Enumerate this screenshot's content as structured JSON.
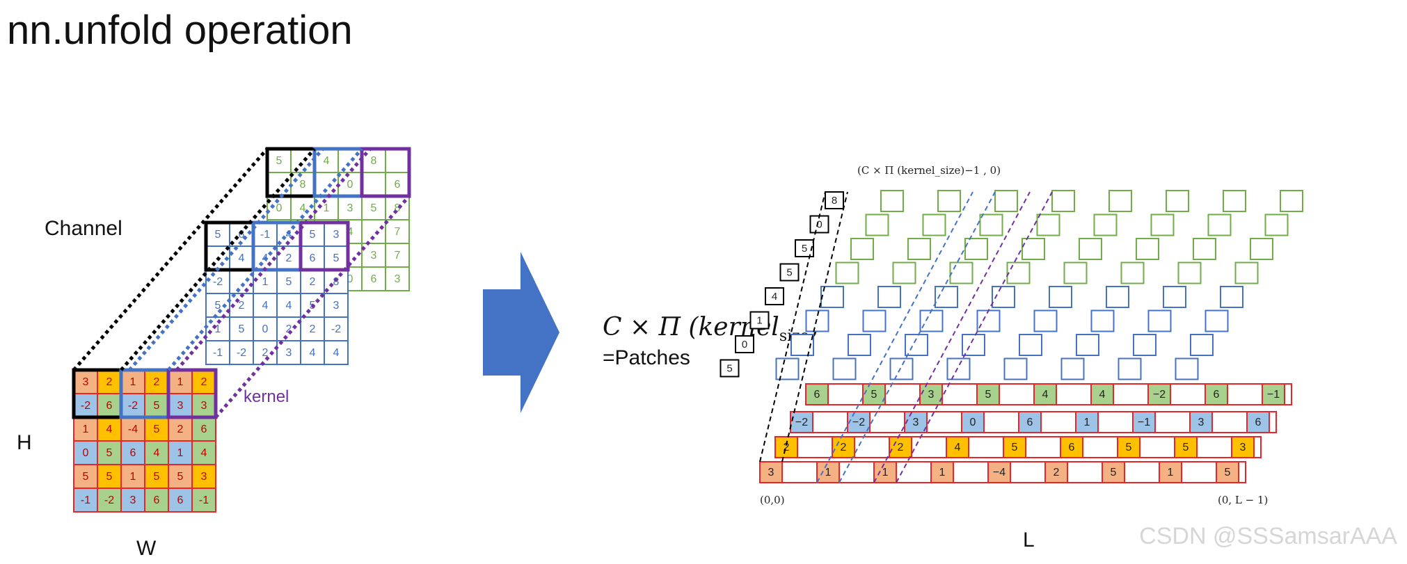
{
  "title": "nn.unfold operation",
  "labels": {
    "channel": "Channel",
    "h": "H",
    "w": "W",
    "kernel": "kernel",
    "l": "L",
    "patches": "=Patches",
    "formula_main": "C × Π (kernel",
    "formula_sub": "size",
    "formula_close": ")"
  },
  "coords": {
    "top": "(C × Π (kernel_size)−1 , 0)",
    "origin": "(0,0)",
    "end": "(0, L − 1)"
  },
  "watermark": "CSDN @SSSamsarAAA",
  "colors": {
    "red": "#e8262a",
    "salmon": "#f4b183",
    "yellow": "#ffc000",
    "green": "#a9d18e",
    "blue": "#9dc3e6",
    "purple": "#7030a0",
    "blue_line": "#4472c4",
    "green_line": "#70ad47",
    "arrow": "#4472c4"
  },
  "input_grids": {
    "back_green": [
      [
        "5",
        "",
        "4",
        "",
        "8",
        ""
      ],
      [
        "",
        "8",
        "",
        "0",
        "",
        "6"
      ],
      [
        "0",
        "4",
        "1",
        "3",
        "5",
        "8"
      ],
      [
        "",
        "",
        "",
        "4",
        "",
        "7"
      ],
      [
        "",
        "",
        "",
        "",
        "3",
        "7"
      ],
      [
        "",
        "",
        "",
        "0",
        "6",
        "3"
      ]
    ],
    "middle_blue": [
      [
        "5",
        "6",
        "-1",
        "4",
        "5",
        "3"
      ],
      [
        "",
        "4",
        "4",
        "2",
        "6",
        "5"
      ],
      [
        "-2",
        "",
        "1",
        "5",
        "2",
        "8"
      ],
      [
        "5",
        "2",
        "4",
        "4",
        "5",
        "3"
      ],
      [
        "1",
        "5",
        "0",
        "2",
        "2",
        "-2"
      ],
      [
        "-1",
        "-2",
        "2",
        "3",
        "4",
        "4"
      ]
    ],
    "front_red": [
      [
        "3",
        "2",
        "1",
        "2",
        "1",
        "2"
      ],
      [
        "-2",
        "6",
        "-2",
        "5",
        "3",
        "3"
      ],
      [
        "1",
        "4",
        "-4",
        "5",
        "2",
        "6"
      ],
      [
        "0",
        "5",
        "6",
        "4",
        "1",
        "4"
      ],
      [
        "5",
        "5",
        "1",
        "5",
        "5",
        "3"
      ],
      [
        "-1",
        "-2",
        "3",
        "6",
        "6",
        "-1"
      ]
    ],
    "front_colors": [
      [
        "salmon",
        "yellow",
        "salmon",
        "yellow",
        "salmon",
        "yellow"
      ],
      [
        "blue",
        "green",
        "blue",
        "green",
        "blue",
        "green"
      ],
      [
        "salmon",
        "yellow",
        "salmon",
        "yellow",
        "salmon",
        "green"
      ],
      [
        "blue",
        "green",
        "blue",
        "green",
        "blue",
        "green"
      ],
      [
        "salmon",
        "yellow",
        "salmon",
        "yellow",
        "salmon",
        "yellow"
      ],
      [
        "blue",
        "green",
        "blue",
        "green",
        "blue",
        "green"
      ]
    ]
  },
  "patch_rows": {
    "row0": [
      "3",
      "1",
      "1",
      "1",
      "−4",
      "2",
      "5",
      "1",
      "5"
    ],
    "row1": [
      "2",
      "2",
      "2",
      "4",
      "5",
      "6",
      "5",
      "5",
      "3"
    ],
    "row2": [
      "−2",
      "−2",
      "3",
      "0",
      "6",
      "1",
      "−1",
      "3",
      "6"
    ],
    "row3": [
      "6",
      "5",
      "3",
      "5",
      "4",
      "4",
      "−2",
      "6",
      "−1"
    ],
    "col0_upper": [
      "5",
      "0",
      "1",
      "4",
      "5",
      "5",
      "0",
      "8"
    ]
  }
}
